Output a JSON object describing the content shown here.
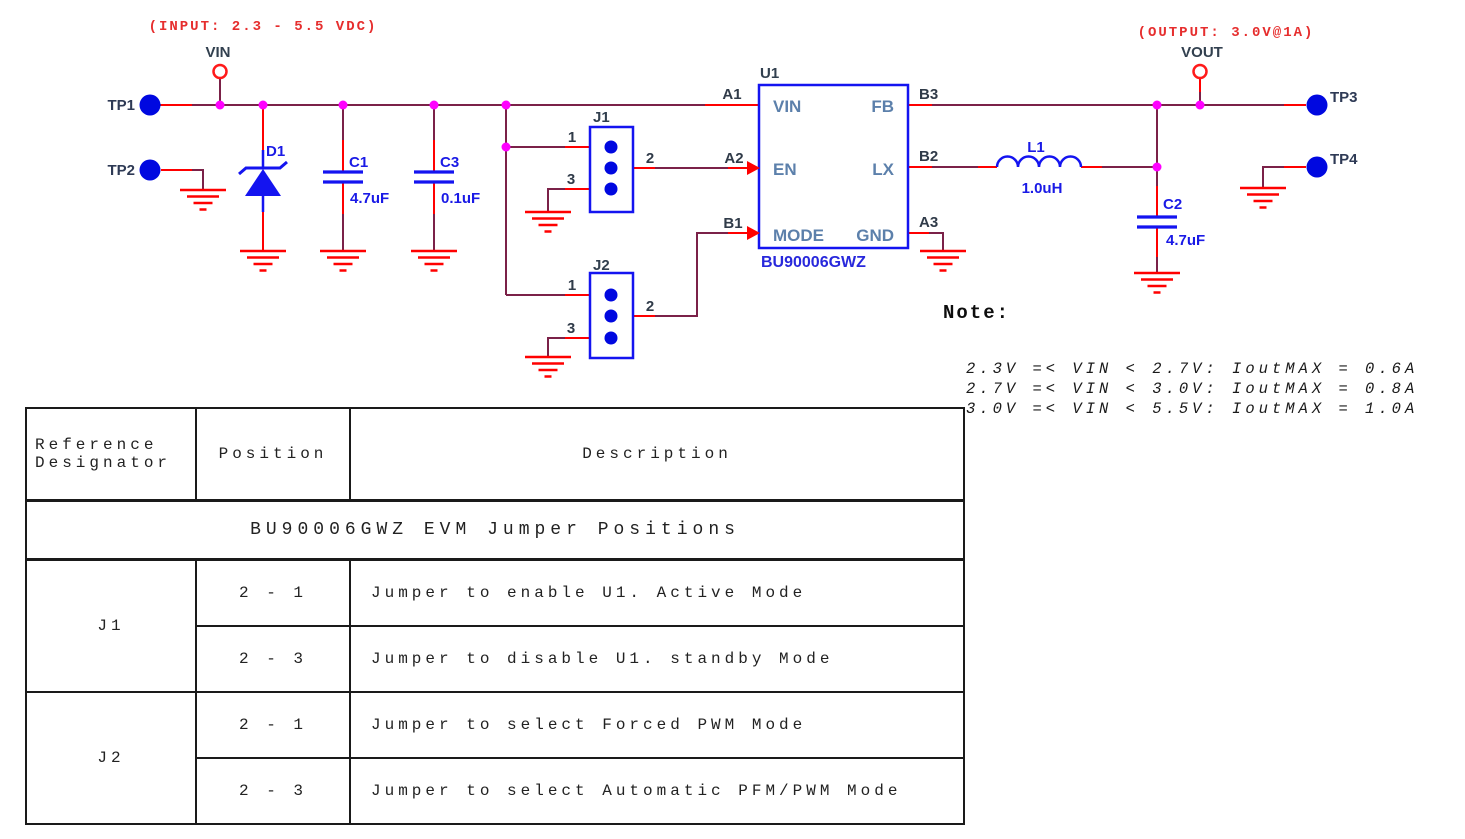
{
  "colors": {
    "wire_maroon": "#7B2148",
    "stub_red": "#FF0000",
    "component_blue": "#1414F0",
    "junction_magenta": "#FF00FF",
    "annotation_red": "#E62E2E",
    "pin_name_blue": "#5C80AB",
    "tp_blue": "#0008E0"
  },
  "schematic": {
    "annotations": {
      "input": "(INPUT: 2.3 - 5.5 VDC)",
      "output": "(OUTPUT: 3.0V@1A)"
    },
    "nets": {
      "vin": "VIN",
      "vout": "VOUT"
    },
    "test_points": {
      "tp1": "TP1",
      "tp2": "TP2",
      "tp3": "TP3",
      "tp4": "TP4"
    },
    "u1": {
      "ref": "U1",
      "part": "BU90006GWZ",
      "pin_names": {
        "vin": "VIN",
        "en": "EN",
        "mode": "MODE",
        "fb": "FB",
        "lx": "LX",
        "gnd": "GND"
      },
      "pads": {
        "vin": "A1",
        "en": "A2",
        "mode": "B1",
        "fb": "B3",
        "lx": "B2",
        "gnd": "A3"
      }
    },
    "jumpers": {
      "j1": {
        "ref": "J1",
        "pins": [
          "1",
          "2",
          "3"
        ]
      },
      "j2": {
        "ref": "J2",
        "pins": [
          "1",
          "2",
          "3"
        ]
      }
    },
    "components": {
      "d1": {
        "ref": "D1"
      },
      "c1": {
        "ref": "C1",
        "value": "4.7uF"
      },
      "c3": {
        "ref": "C3",
        "value": "0.1uF"
      },
      "c2": {
        "ref": "C2",
        "value": "4.7uF"
      },
      "l1": {
        "ref": "L1",
        "value": "1.0uH"
      }
    }
  },
  "note": {
    "title": "Note:",
    "lines": [
      "2.3V =< VIN < 2.7V: IoutMAX = 0.6A",
      "2.7V =< VIN < 3.0V: IoutMAX = 0.8A",
      "3.0V =< VIN < 5.5V: IoutMAX = 1.0A"
    ]
  },
  "table": {
    "title": "BU90006GWZ EVM Jumper Positions",
    "headers": {
      "ref": "Reference Designator",
      "position": "Position",
      "description": "Description"
    },
    "groups": [
      {
        "ref": "J1",
        "rows": [
          {
            "position": "2 - 1",
            "description": "Jumper to enable U1. Active Mode"
          },
          {
            "position": "2 - 3",
            "description": "Jumper to disable U1. standby Mode"
          }
        ]
      },
      {
        "ref": "J2",
        "rows": [
          {
            "position": "2 - 1",
            "description": "Jumper to select Forced PWM Mode"
          },
          {
            "position": "2 - 3",
            "description": "Jumper to select Automatic PFM/PWM Mode"
          }
        ]
      }
    ]
  }
}
